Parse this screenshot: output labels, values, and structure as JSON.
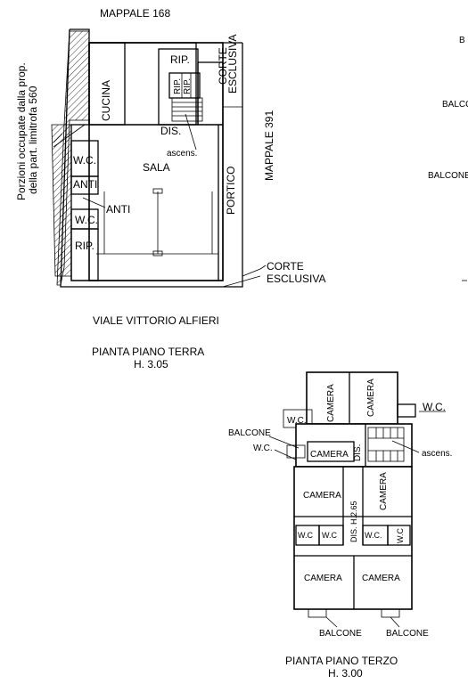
{
  "ground_floor": {
    "title": "PIANTA PIANO TERRA",
    "height": "H. 3.05",
    "street": "VIALE VITTORIO ALFIERI",
    "parcel_top": "MAPPALE 168",
    "parcel_right": "MAPPALE 391",
    "side_note_line1": "Porzioni occupate dalla prop.",
    "side_note_line2": "della part. limitrofa 560",
    "corte_top_1": "CORTE",
    "corte_top_2": "ESCLUSIVA",
    "corte_bottom_1": "CORTE",
    "corte_bottom_2": "ESCLUSIVA",
    "rooms": {
      "cucina": "CUCINA",
      "sala": "SALA",
      "portico": "PORTICO",
      "rip_top": "RIP.",
      "rip_a": "RIP.",
      "rip_b": "RIP.",
      "dis": "DIS.",
      "ascens": "ascens.",
      "wc_1": "W.C.",
      "anti_1": "ANTI",
      "anti_2": "ANTI",
      "wc_2": "W.C.",
      "rip_bottom": "RIP."
    }
  },
  "third_floor": {
    "title": "PIANTA PIANO TERZO",
    "height": "H. 3.00",
    "rooms": {
      "camera_top_left": "CAMERA",
      "camera_top_right": "CAMERA",
      "wc_top": "W.C.",
      "wc_outside": "W.C.",
      "balcone_left": "BALCONE",
      "wc_left": "W.C.",
      "camera_mid": "CAMERA",
      "dis_mid": "DIS.",
      "ascens": "ascens.",
      "camera_left": "CAMERA",
      "camera_right_vert": "CAMERA",
      "dis_h": "DIS. H.2.65",
      "wc_a": "W.C",
      "wc_b": "W.C",
      "wc_c": "W.C.",
      "wc_d": "W.C",
      "camera_bottom_left": "CAMERA",
      "camera_bottom_right": "CAMERA",
      "balcone_bottom_left": "BALCONE",
      "balcone_bottom_right": "BALCONE"
    }
  },
  "edge_fragments": {
    "b": "B",
    "balco": "BALCO",
    "balcone": "BALCONE"
  }
}
